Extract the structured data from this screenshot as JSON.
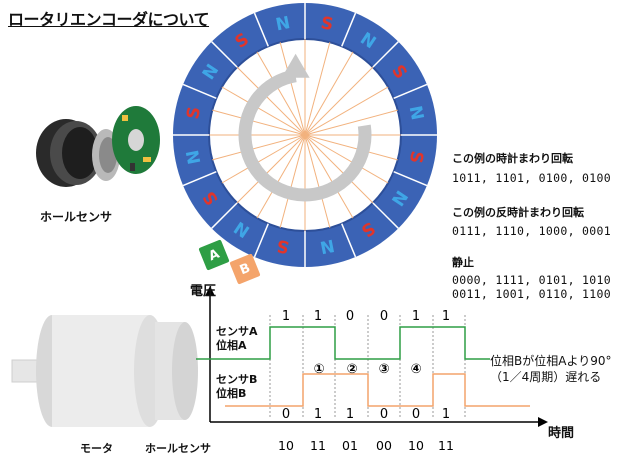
{
  "title": "ロータリエンコーダについて",
  "hall_sensor_caption": "ホールセンサ",
  "disk": {
    "poles": [
      "S",
      "N",
      "S",
      "N",
      "S",
      "N",
      "S",
      "N",
      "S",
      "N",
      "S",
      "N",
      "S",
      "N",
      "S",
      "N"
    ],
    "colors": {
      "ring": "#3b63b5",
      "s": "#e0352b",
      "n": "#3fa6e6",
      "spokes": "#f2b27e",
      "arrow": "#c8c8c8"
    }
  },
  "phase_badges": {
    "a": "A",
    "b": "B",
    "a_color": "#2e9e45",
    "b_color": "#f4a46b"
  },
  "cw": {
    "heading": "この例の時計まわり回転",
    "sequence": "1011, 1101, 0100, 0100"
  },
  "ccw": {
    "heading": "この例の反時計まわり回転",
    "sequence": "0111, 1110, 1000, 0001"
  },
  "stationary": {
    "heading": "静止",
    "line1": "0000, 1111, 0101, 1010",
    "line2": "0011, 1001, 0110, 1100"
  },
  "timing": {
    "y_axis_label": "電圧",
    "x_axis_label": "時間",
    "phase_a_label_1": "センサA",
    "phase_a_label_2": "位相A",
    "phase_b_label_1": "センサB",
    "phase_b_label_2": "位相B",
    "a_bits": [
      "1",
      "1",
      "0",
      "0",
      "1",
      "1"
    ],
    "b_bits": [
      "0",
      "1",
      "1",
      "0",
      "0",
      "1"
    ],
    "step_markers": [
      "①",
      "②",
      "③",
      "④"
    ],
    "combined_codes": [
      "10",
      "11",
      "01",
      "00",
      "10",
      "11"
    ],
    "note_line1": "位相Bが位相Aより90°",
    "note_line2": "（1／4周期）遅れる",
    "colors": {
      "a": "#2e9e45",
      "b": "#f4a46b"
    }
  },
  "motor_captions": {
    "motor": "モータ",
    "sensor": "ホールセンサ"
  }
}
